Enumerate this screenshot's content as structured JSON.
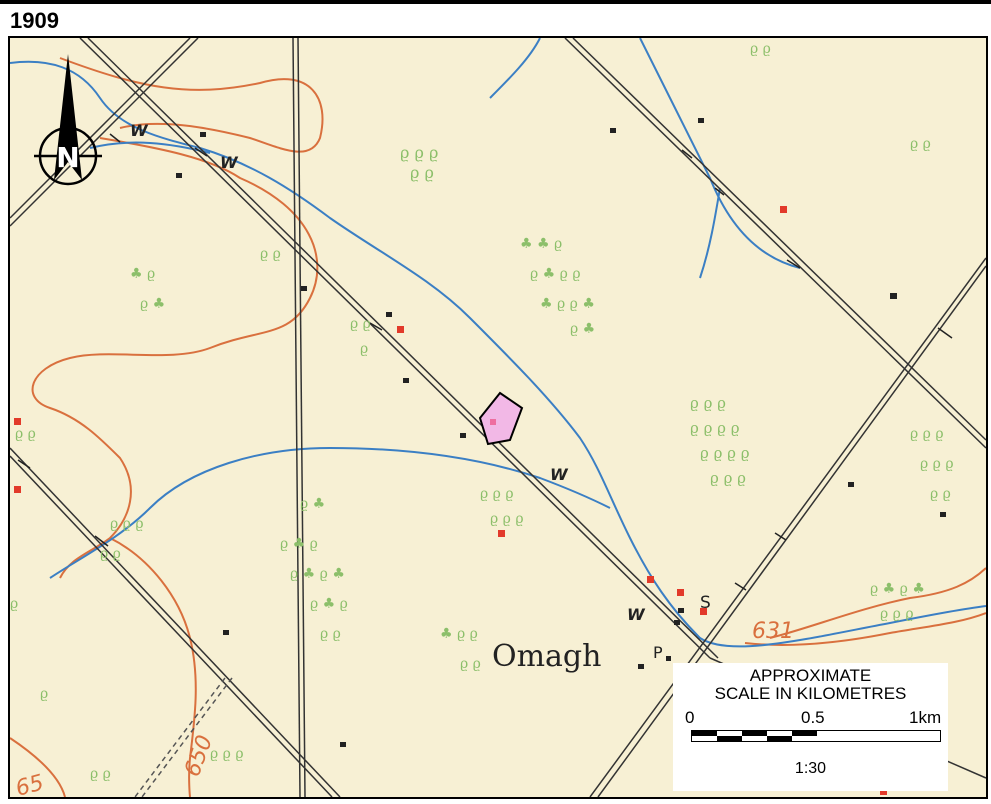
{
  "map": {
    "year": "1909",
    "place_labels": {
      "omagh": "Omagh",
      "elevation_631": "631",
      "elevation_650": "650",
      "elevation_65": "65"
    },
    "symbol_labels": {
      "w": "W",
      "s": "S",
      "p": "P"
    },
    "colors": {
      "paper": "#f7f0d4",
      "road": "#333333",
      "stream": "#3b7fc4",
      "contour": "#d9703e",
      "orchard": "#8cbf6a",
      "building_black": "#222222",
      "building_red": "#e23a2a",
      "site": "#f2b8e6"
    },
    "north_arrow": {
      "letter": "N"
    },
    "scale": {
      "title_line1": "APPROXIMATE",
      "title_line2": "SCALE IN KILOMETRES",
      "tick_0": "0",
      "tick_mid": "0.5",
      "tick_end": "1km",
      "ratio": "1:30"
    }
  }
}
